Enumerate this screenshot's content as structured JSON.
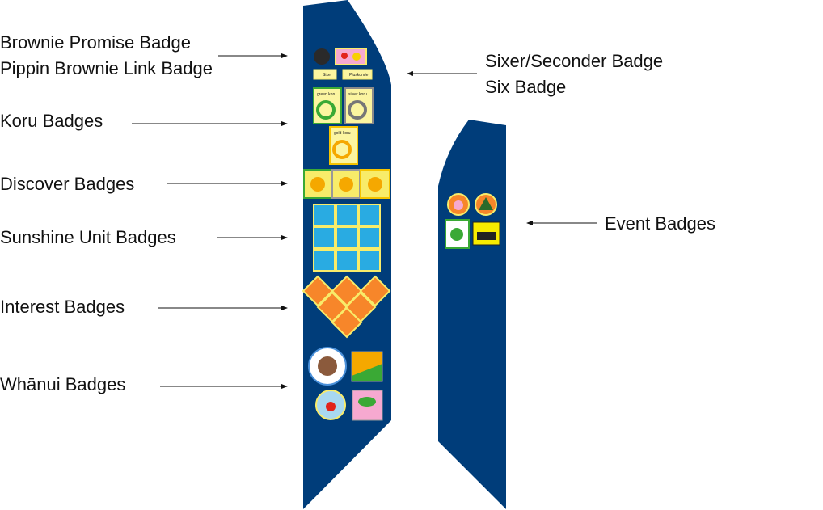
{
  "labels": {
    "brownie_promise": "Brownie Promise Badge",
    "pippin_link": "Pippin Brownie Link Badge",
    "koru": "Koru Badges",
    "discover": "Discover Badges",
    "sunshine": "Sunshine Unit Badges",
    "interest": "Interest Badges",
    "whanui": "Whānui Badges",
    "sixer": "Sixer/Seconder Badge",
    "six": "Six Badge",
    "event": "Event Badges"
  },
  "badges": {
    "sixer_text": "Sixer",
    "six_text": "Pluskunde",
    "koru": [
      "green koru",
      "silver koru",
      "gold koru"
    ]
  },
  "colors": {
    "sash": "#003d7a",
    "koru_green": "#3aa935",
    "koru_silver": "#8a8a8a",
    "koru_gold": "#f5a800",
    "sunshine_blue": "#29abe2",
    "interest_orange": "#f7862a",
    "badge_yellow": "#f8ec6a"
  }
}
